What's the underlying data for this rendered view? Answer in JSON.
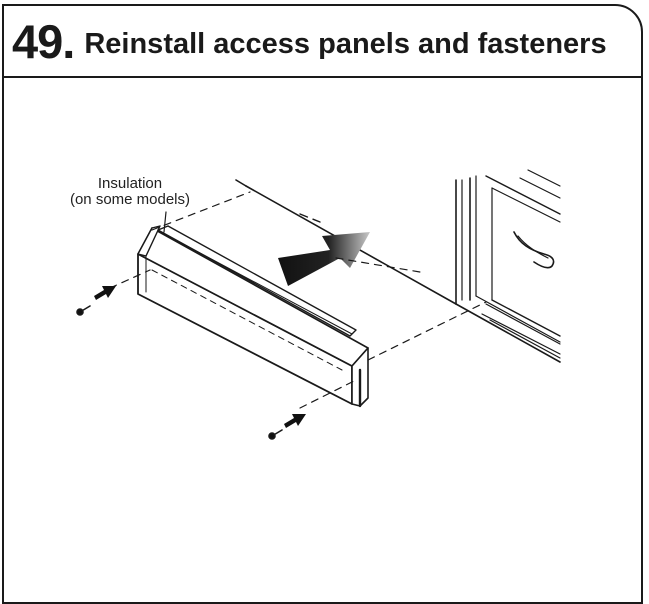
{
  "step": {
    "number": "49.",
    "title": "Reinstall access panels and fasteners"
  },
  "callout": {
    "line1": "Insulation",
    "line2": "(on some models)"
  },
  "colors": {
    "line": "#1a1a1a",
    "arrow_dark": "#111111",
    "arrow_light": "#bdbdbd"
  }
}
